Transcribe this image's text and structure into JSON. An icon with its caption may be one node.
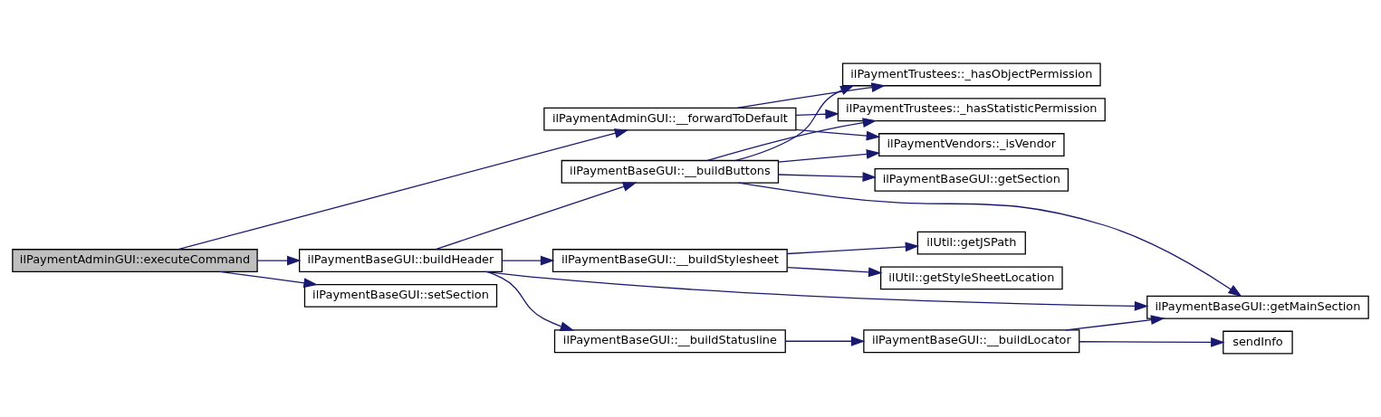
{
  "diagram": {
    "nodes": [
      {
        "text": [
          "ilPaymentAdminGUI::executeCommand"
        ]
      },
      {
        "text": [
          "ilPaymentAdminGUI::__forwardToDefault"
        ]
      },
      {
        "text": [
          "ilPaymentBaseGUI::buildHeader"
        ]
      },
      {
        "text": [
          "ilPaymentBaseGUI::setSection"
        ]
      },
      {
        "text": [
          "ilPaymentBaseGUI::__buildButtons"
        ]
      },
      {
        "text": [
          "ilPaymentBaseGUI::__buildStylesheet"
        ]
      },
      {
        "text": [
          "ilPaymentBaseGUI::__buildStatusline"
        ]
      },
      {
        "text": [
          "ilPaymentTrustees::_hasObjectPermission"
        ]
      },
      {
        "text": [
          "ilPaymentTrustees::_hasStatisticPermission"
        ]
      },
      {
        "text": [
          "ilPaymentVendors::_isVendor"
        ]
      },
      {
        "text": [
          "ilPaymentBaseGUI::getSection"
        ]
      },
      {
        "text": [
          "ilUtil::getJSPath"
        ]
      },
      {
        "text": [
          "ilUtil::getStyleSheetLocation"
        ]
      },
      {
        "text": [
          "ilPaymentBaseGUI::__buildLocator"
        ]
      },
      {
        "text": [
          "ilPaymentBaseGUI::getMainSection"
        ]
      },
      {
        "text": [
          "sendInfo"
        ]
      }
    ],
    "edges": [
      {
        "from": 0,
        "to": 1,
        "arrow": "to"
      },
      {
        "from": 0,
        "to": 2,
        "arrow": "to"
      },
      {
        "from": 0,
        "to": 3,
        "arrow": "to"
      },
      {
        "from": 1,
        "to": 7,
        "arrow": "to"
      },
      {
        "from": 1,
        "to": 8,
        "arrow": "to"
      },
      {
        "from": 1,
        "to": 9,
        "arrow": "to"
      },
      {
        "from": 2,
        "to": 4,
        "arrow": "to"
      },
      {
        "from": 2,
        "to": 5,
        "arrow": "to"
      },
      {
        "from": 2,
        "to": 14,
        "arrow": "to"
      },
      {
        "from": 2,
        "to": 6,
        "arrow": "to"
      },
      {
        "from": 4,
        "to": 7,
        "arrow": "to"
      },
      {
        "from": 4,
        "to": 8,
        "arrow": "to"
      },
      {
        "from": 4,
        "to": 9,
        "arrow": "to"
      },
      {
        "from": 4,
        "to": 10,
        "arrow": "to"
      },
      {
        "from": 4,
        "to": 14,
        "arrow": "to"
      },
      {
        "from": 5,
        "to": 11,
        "arrow": "to"
      },
      {
        "from": 5,
        "to": 12,
        "arrow": "to"
      },
      {
        "from": 6,
        "to": 13,
        "arrow": "to"
      },
      {
        "from": 13,
        "to": 14,
        "arrow": "to"
      },
      {
        "from": 13,
        "to": 15,
        "arrow": "to"
      }
    ]
  }
}
